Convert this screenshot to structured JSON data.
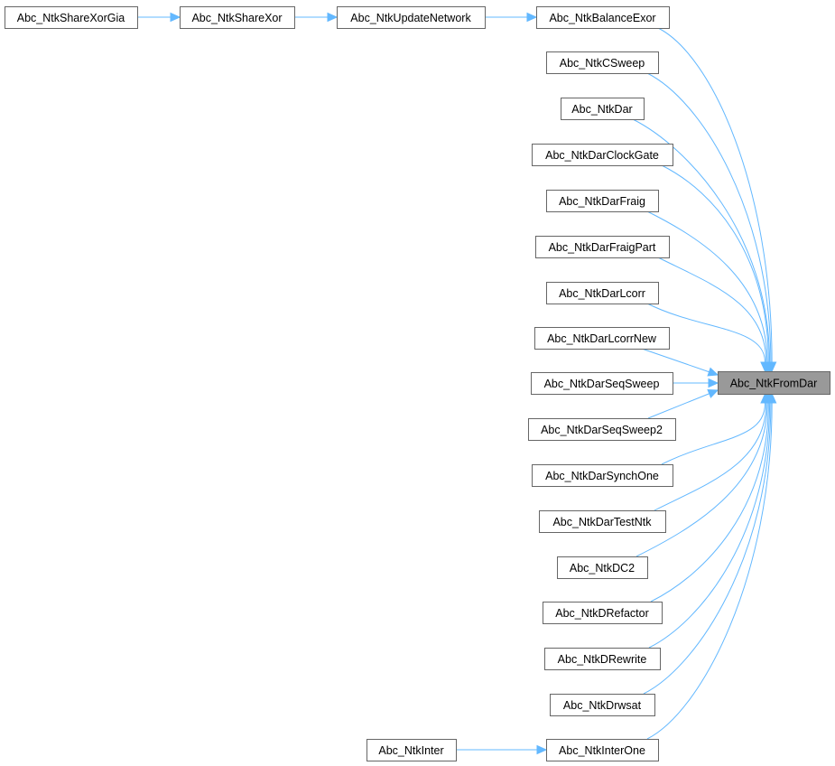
{
  "graph": {
    "focus": "Abc_NtkFromDar",
    "nodes": [
      "Abc_NtkShareXorGia",
      "Abc_NtkShareXor",
      "Abc_NtkUpdateNetwork",
      "Abc_NtkBalanceExor",
      "Abc_NtkCSweep",
      "Abc_NtkDar",
      "Abc_NtkDarClockGate",
      "Abc_NtkDarFraig",
      "Abc_NtkDarFraigPart",
      "Abc_NtkDarLcorr",
      "Abc_NtkDarLcorrNew",
      "Abc_NtkDarSeqSweep",
      "Abc_NtkDarSeqSweep2",
      "Abc_NtkDarSynchOne",
      "Abc_NtkDarTestNtk",
      "Abc_NtkDC2",
      "Abc_NtkDRefactor",
      "Abc_NtkDRewrite",
      "Abc_NtkDrwsat",
      "Abc_NtkInterOne",
      "Abc_NtkInter",
      "Abc_NtkFromDar"
    ],
    "edges": [
      [
        "Abc_NtkShareXorGia",
        "Abc_NtkShareXor"
      ],
      [
        "Abc_NtkShareXor",
        "Abc_NtkUpdateNetwork"
      ],
      [
        "Abc_NtkUpdateNetwork",
        "Abc_NtkBalanceExor"
      ],
      [
        "Abc_NtkBalanceExor",
        "Abc_NtkFromDar"
      ],
      [
        "Abc_NtkCSweep",
        "Abc_NtkFromDar"
      ],
      [
        "Abc_NtkDar",
        "Abc_NtkFromDar"
      ],
      [
        "Abc_NtkDarClockGate",
        "Abc_NtkFromDar"
      ],
      [
        "Abc_NtkDarFraig",
        "Abc_NtkFromDar"
      ],
      [
        "Abc_NtkDarFraigPart",
        "Abc_NtkFromDar"
      ],
      [
        "Abc_NtkDarLcorr",
        "Abc_NtkFromDar"
      ],
      [
        "Abc_NtkDarLcorrNew",
        "Abc_NtkFromDar"
      ],
      [
        "Abc_NtkDarSeqSweep",
        "Abc_NtkFromDar"
      ],
      [
        "Abc_NtkDarSeqSweep2",
        "Abc_NtkFromDar"
      ],
      [
        "Abc_NtkDarSynchOne",
        "Abc_NtkFromDar"
      ],
      [
        "Abc_NtkDarTestNtk",
        "Abc_NtkFromDar"
      ],
      [
        "Abc_NtkDC2",
        "Abc_NtkFromDar"
      ],
      [
        "Abc_NtkDRefactor",
        "Abc_NtkFromDar"
      ],
      [
        "Abc_NtkDRewrite",
        "Abc_NtkFromDar"
      ],
      [
        "Abc_NtkDrwsat",
        "Abc_NtkFromDar"
      ],
      [
        "Abc_NtkInterOne",
        "Abc_NtkFromDar"
      ],
      [
        "Abc_NtkInter",
        "Abc_NtkInterOne"
      ]
    ],
    "colors": {
      "edge": "#63b8ff",
      "focus_fill": "#999999",
      "border": "#666666"
    }
  }
}
